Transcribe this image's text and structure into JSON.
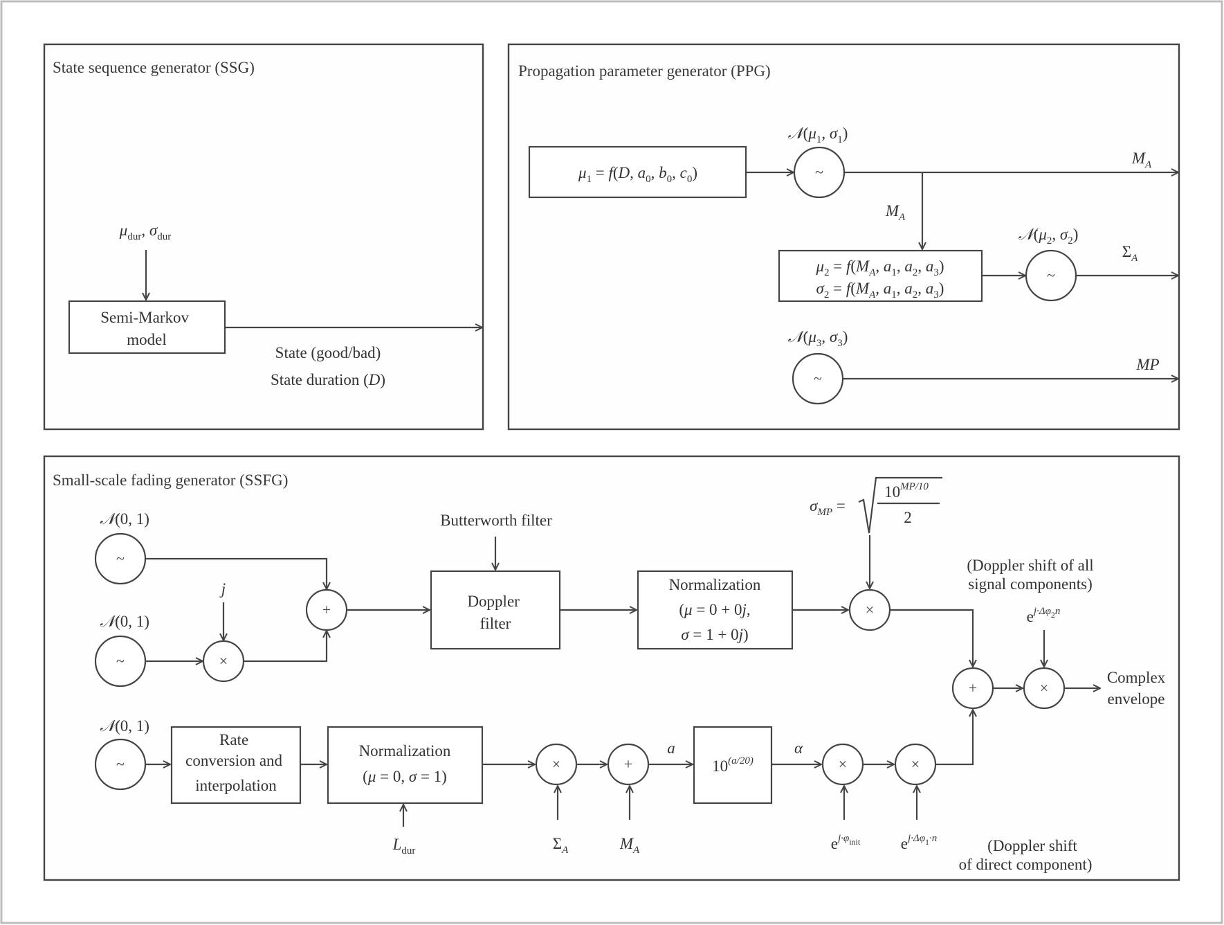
{
  "figure": {
    "panels": {
      "ssg": {
        "title": "State sequence generator (SSG)",
        "input_label": [
          {
            "t": "μ",
            "i": true
          },
          {
            "t": "dur",
            "sub": true
          },
          {
            "t": ", "
          },
          {
            "t": "σ",
            "i": true
          },
          {
            "t": "dur",
            "sub": true
          }
        ],
        "block": [
          "Semi-Markov",
          "model"
        ],
        "output_lines": [
          [
            {
              "t": "State (good/bad)"
            }
          ],
          [
            {
              "t": "State duration ("
            },
            {
              "t": "D",
              "i": true
            },
            {
              "t": ")"
            }
          ]
        ]
      },
      "ppg": {
        "title": "Propagation parameter generator (PPG)",
        "mu1_block": [
          {
            "t": "μ",
            "i": true
          },
          {
            "t": "1",
            "sub": true
          },
          {
            "t": " = "
          },
          {
            "t": "f",
            "i": true
          },
          {
            "t": "("
          },
          {
            "t": "D",
            "i": true
          },
          {
            "t": ", "
          },
          {
            "t": "a",
            "i": true
          },
          {
            "t": "0",
            "sub": true
          },
          {
            "t": ", "
          },
          {
            "t": "b",
            "i": true
          },
          {
            "t": "0",
            "sub": true
          },
          {
            "t": ", "
          },
          {
            "t": "c",
            "i": true
          },
          {
            "t": "0",
            "sub": true
          },
          {
            "t": ")"
          }
        ],
        "gen1_label": [
          {
            "t": "𝒩",
            "i": true
          },
          {
            "t": "("
          },
          {
            "t": "μ",
            "i": true
          },
          {
            "t": "1",
            "sub": true
          },
          {
            "t": ", "
          },
          {
            "t": "σ",
            "i": true
          },
          {
            "t": "1",
            "sub": true
          },
          {
            "t": ")"
          }
        ],
        "out1_label": [
          {
            "t": "M",
            "i": true
          },
          {
            "t": "A",
            "sub": true,
            "i": true
          }
        ],
        "branch_label": [
          {
            "t": "M",
            "i": true
          },
          {
            "t": "A",
            "sub": true,
            "i": true
          }
        ],
        "mu2_block": [
          [
            {
              "t": "μ",
              "i": true
            },
            {
              "t": "2",
              "sub": true
            },
            {
              "t": " = "
            },
            {
              "t": "f",
              "i": true
            },
            {
              "t": "("
            },
            {
              "t": "M",
              "i": true
            },
            {
              "t": "A",
              "sub": true,
              "i": true
            },
            {
              "t": ", "
            },
            {
              "t": "a",
              "i": true
            },
            {
              "t": "1",
              "sub": true
            },
            {
              "t": ", "
            },
            {
              "t": "a",
              "i": true
            },
            {
              "t": "2",
              "sub": true
            },
            {
              "t": ", "
            },
            {
              "t": "a",
              "i": true
            },
            {
              "t": "3",
              "sub": true
            },
            {
              "t": ")"
            }
          ],
          [
            {
              "t": "σ",
              "i": true
            },
            {
              "t": "2",
              "sub": true
            },
            {
              "t": " = "
            },
            {
              "t": "f",
              "i": true
            },
            {
              "t": "("
            },
            {
              "t": "M",
              "i": true
            },
            {
              "t": "A",
              "sub": true,
              "i": true
            },
            {
              "t": ", "
            },
            {
              "t": "a",
              "i": true
            },
            {
              "t": "1",
              "sub": true
            },
            {
              "t": ", "
            },
            {
              "t": "a",
              "i": true
            },
            {
              "t": "2",
              "sub": true
            },
            {
              "t": ", "
            },
            {
              "t": "a",
              "i": true
            },
            {
              "t": "3",
              "sub": true
            },
            {
              "t": ")"
            }
          ]
        ],
        "gen2_label": [
          {
            "t": "𝒩",
            "i": true
          },
          {
            "t": "("
          },
          {
            "t": "μ",
            "i": true
          },
          {
            "t": "2",
            "sub": true
          },
          {
            "t": ", "
          },
          {
            "t": "σ",
            "i": true
          },
          {
            "t": "2",
            "sub": true
          },
          {
            "t": ")"
          }
        ],
        "out2_label": [
          {
            "t": "Σ"
          },
          {
            "t": "A",
            "sub": true,
            "i": true
          }
        ],
        "gen3_label": [
          {
            "t": "𝒩",
            "i": true
          },
          {
            "t": "("
          },
          {
            "t": "μ",
            "i": true
          },
          {
            "t": "3",
            "sub": true
          },
          {
            "t": ", "
          },
          {
            "t": "σ",
            "i": true
          },
          {
            "t": "3",
            "sub": true
          },
          {
            "t": ")"
          }
        ],
        "out3_label": [
          {
            "t": "MP",
            "i": true
          }
        ]
      },
      "ssfg": {
        "title": "Small-scale fading generator (SSFG)",
        "noise_label": [
          {
            "t": "𝒩",
            "i": true
          },
          {
            "t": "(0, 1)"
          }
        ],
        "j_label": [
          {
            "t": "j",
            "i": true
          }
        ],
        "butterworth_label": [
          {
            "t": "Butterworth filter"
          }
        ],
        "doppler_block": [
          "Doppler",
          "filter"
        ],
        "norm1_block": [
          [
            {
              "t": "Normalization"
            }
          ],
          [
            {
              "t": "("
            },
            {
              "t": "μ",
              "i": true
            },
            {
              "t": " = 0 + 0"
            },
            {
              "t": "j",
              "i": true
            },
            {
              "t": ","
            }
          ],
          [
            {
              "t": "σ",
              "i": true
            },
            {
              "t": " = 1 + 0"
            },
            {
              "t": "j",
              "i": true
            },
            {
              "t": ")"
            }
          ]
        ],
        "sigma_mp": {
          "lhs": [
            {
              "t": "σ",
              "i": true
            },
            {
              "t": "MP",
              "sub": true,
              "i": true
            },
            {
              "t": " ="
            }
          ],
          "numerator": [
            {
              "t": "10"
            },
            {
              "t": "MP/10",
              "sup": true,
              "i": true
            }
          ],
          "denominator": [
            {
              "t": "2"
            }
          ]
        },
        "doppler_all_note": [
          "(Doppler shift of all",
          "signal components)"
        ],
        "exp_phi2": [
          {
            "t": "e"
          },
          {
            "t": "j·Δφ",
            "sup": true,
            "i": true
          },
          {
            "t": "2",
            "sup2": true
          },
          {
            "t": "n",
            "sup": true,
            "i": true
          }
        ],
        "output_label": [
          "Complex",
          "envelope"
        ],
        "rate_block": [
          "Rate",
          "conversion and",
          "interpolation"
        ],
        "norm2_block": [
          [
            {
              "t": "Normalization"
            }
          ],
          [
            {
              "t": "("
            },
            {
              "t": "μ",
              "i": true
            },
            {
              "t": " = 0, "
            },
            {
              "t": "σ",
              "i": true
            },
            {
              "t": " = 1)"
            }
          ]
        ],
        "ldur_label": [
          {
            "t": "L",
            "i": true
          },
          {
            "t": "dur",
            "sub": true
          }
        ],
        "sigma_a_label": [
          {
            "t": "Σ"
          },
          {
            "t": "A",
            "sub": true,
            "i": true
          }
        ],
        "m_a_label": [
          {
            "t": "M",
            "i": true
          },
          {
            "t": "A",
            "sub": true,
            "i": true
          }
        ],
        "a_label": [
          {
            "t": "a",
            "i": true
          }
        ],
        "pow_block": [
          {
            "t": "10"
          },
          {
            "t": "(a/20)",
            "sup": true,
            "i": true
          }
        ],
        "alpha_label": [
          {
            "t": "α",
            "i": true
          }
        ],
        "exp_phi_init": [
          {
            "t": "e"
          },
          {
            "t": "j·φ",
            "sup": true,
            "i": true
          },
          {
            "t": "init",
            "sup2": true
          }
        ],
        "exp_phi1": [
          {
            "t": "e"
          },
          {
            "t": "j·Δφ",
            "sup": true,
            "i": true
          },
          {
            "t": "1",
            "sup2": true
          },
          {
            "t": "·n",
            "sup": true,
            "i": true
          }
        ],
        "doppler_direct_note": [
          "(Doppler shift",
          "of direct component)"
        ]
      }
    },
    "operators": {
      "noise": "~",
      "sum": "+",
      "product": "×"
    }
  }
}
